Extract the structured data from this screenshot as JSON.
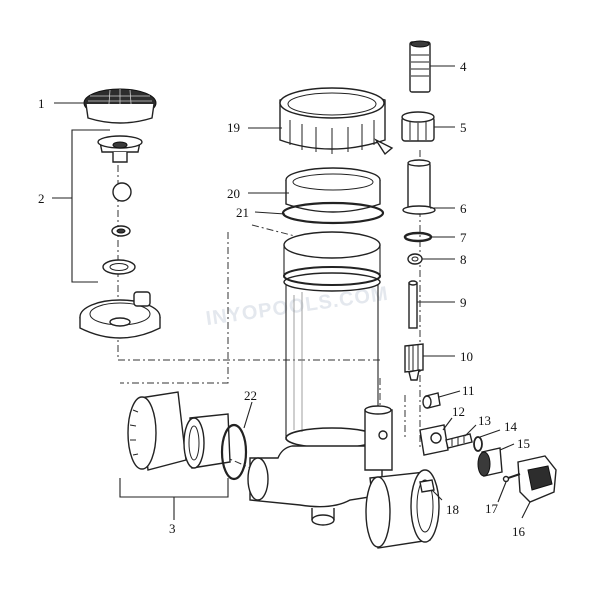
{
  "watermark": "INYOPOOLS.COM",
  "callouts": {
    "p1": "1",
    "p2": "2",
    "p3": "3",
    "p4": "4",
    "p5": "5",
    "p6": "6",
    "p7": "7",
    "p8": "8",
    "p9": "9",
    "p10": "10",
    "p11": "11",
    "p12": "12",
    "p13": "13",
    "p14": "14",
    "p15": "15",
    "p16": "16",
    "p17": "17",
    "p18": "18",
    "p19": "19",
    "p20": "20",
    "p21": "21",
    "p22": "22"
  }
}
